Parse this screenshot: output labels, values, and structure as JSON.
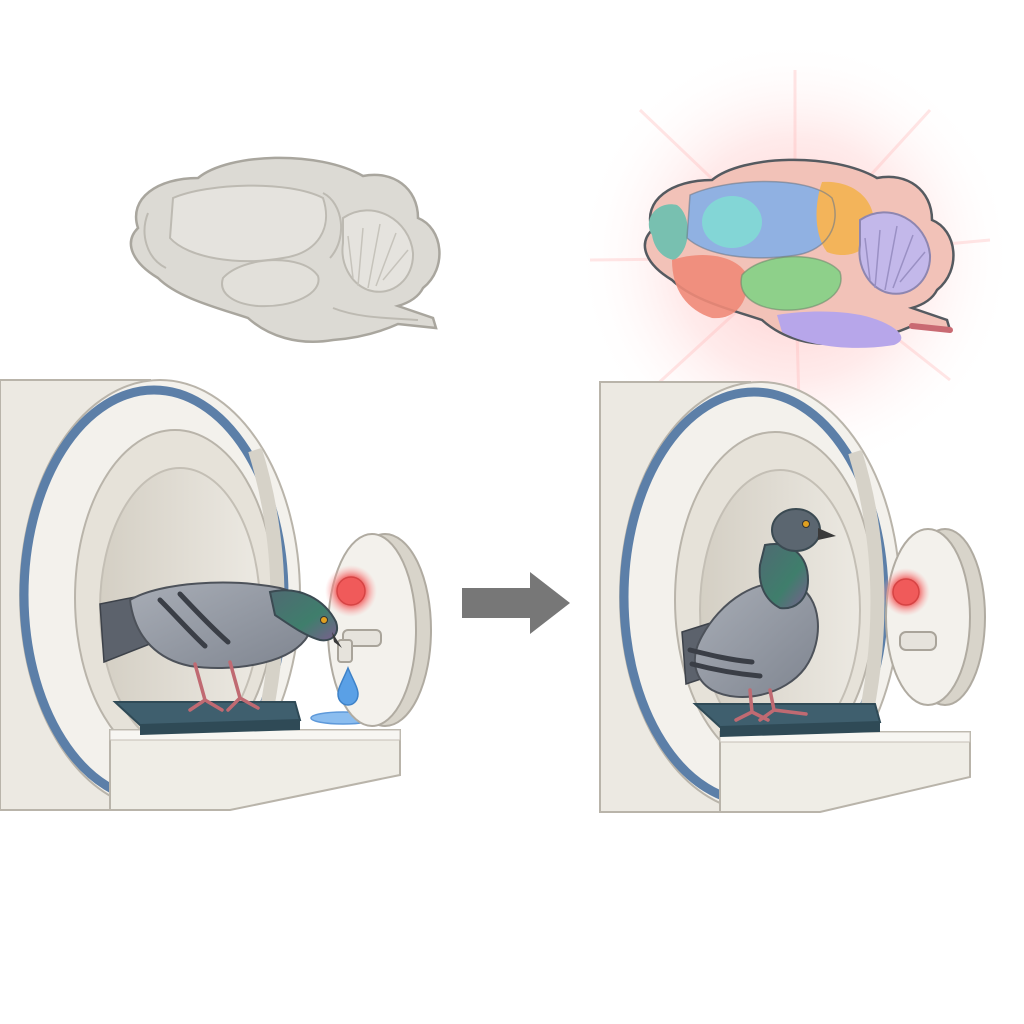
{
  "diagram": {
    "panels": [
      {
        "id": "before",
        "scene": "pigeon-drinking-in-scanner",
        "cue_light": "red-on",
        "water_drop": true,
        "brain_state": "inactive"
      },
      {
        "id": "after",
        "scene": "pigeon-standing-in-scanner",
        "cue_light": "red-on",
        "water_drop": false,
        "brain_state": "active"
      }
    ],
    "transition": "arrow-right"
  },
  "colors": {
    "background": "#ffffff",
    "scanner_body": "#efede6",
    "scanner_shade": "#dad6cc",
    "scanner_stripe": "#5c7fa8",
    "platform": "#3f5f6e",
    "cue_light": "#f05a5a",
    "water": "#5aa0e6",
    "arrow": "#777777",
    "brain_inactive": "#dcdad4",
    "brain_glow": "#ffb0b0",
    "brain_regions": [
      "#8ab0e4",
      "#83d6d6",
      "#f3b45a",
      "#f08a78",
      "#8ed08a",
      "#b7a6ea",
      "#78c0b0"
    ]
  },
  "icons": [
    "pigeon-icon",
    "brain-icon",
    "mri-scanner-icon",
    "water-drop-icon",
    "arrow-right-icon"
  ]
}
